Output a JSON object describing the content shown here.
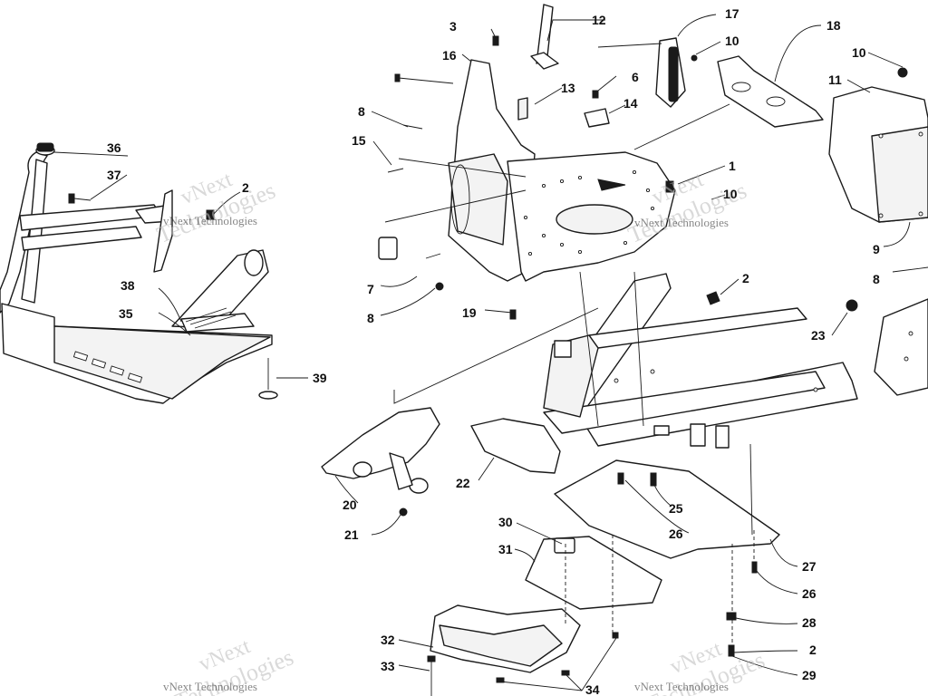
{
  "diagram": {
    "watermark": {
      "line1": "vNext",
      "line2": "Technologies",
      "caption": "vNext Technologies"
    },
    "callouts": [
      {
        "id": "c1",
        "label": "1"
      },
      {
        "id": "c2a",
        "label": "2"
      },
      {
        "id": "c2b",
        "label": "2"
      },
      {
        "id": "c2c",
        "label": "2"
      },
      {
        "id": "c3",
        "label": "3"
      },
      {
        "id": "c6",
        "label": "6"
      },
      {
        "id": "c7",
        "label": "7"
      },
      {
        "id": "c8a",
        "label": "8"
      },
      {
        "id": "c8b",
        "label": "8"
      },
      {
        "id": "c8c",
        "label": "8"
      },
      {
        "id": "c9",
        "label": "9"
      },
      {
        "id": "c10a",
        "label": "10"
      },
      {
        "id": "c10b",
        "label": "10"
      },
      {
        "id": "c10c",
        "label": "10"
      },
      {
        "id": "c11",
        "label": "11"
      },
      {
        "id": "c12",
        "label": "12"
      },
      {
        "id": "c13",
        "label": "13"
      },
      {
        "id": "c14",
        "label": "14"
      },
      {
        "id": "c15",
        "label": "15"
      },
      {
        "id": "c16",
        "label": "16"
      },
      {
        "id": "c17",
        "label": "17"
      },
      {
        "id": "c18",
        "label": "18"
      },
      {
        "id": "c19",
        "label": "19"
      },
      {
        "id": "c20",
        "label": "20"
      },
      {
        "id": "c21",
        "label": "21"
      },
      {
        "id": "c22",
        "label": "22"
      },
      {
        "id": "c23",
        "label": "23"
      },
      {
        "id": "c25",
        "label": "25"
      },
      {
        "id": "c26a",
        "label": "26"
      },
      {
        "id": "c26b",
        "label": "26"
      },
      {
        "id": "c27",
        "label": "27"
      },
      {
        "id": "c28",
        "label": "28"
      },
      {
        "id": "c29",
        "label": "29"
      },
      {
        "id": "c30",
        "label": "30"
      },
      {
        "id": "c31",
        "label": "31"
      },
      {
        "id": "c32",
        "label": "32"
      },
      {
        "id": "c33",
        "label": "33"
      },
      {
        "id": "c34",
        "label": "34"
      },
      {
        "id": "c35",
        "label": "35"
      },
      {
        "id": "c36",
        "label": "36"
      },
      {
        "id": "c37",
        "label": "37"
      },
      {
        "id": "c38",
        "label": "38"
      },
      {
        "id": "c39",
        "label": "39"
      }
    ]
  }
}
